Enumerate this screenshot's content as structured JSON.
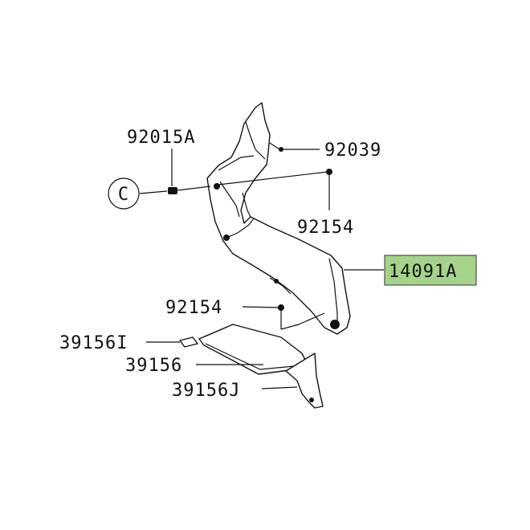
{
  "diagram": {
    "reference_marker": "C",
    "labels": {
      "p92015A": "92015A",
      "p92039": "92039",
      "p92154_upper": "92154",
      "p14091A": "14091A",
      "p92154_lower": "92154",
      "p39156I": "39156I",
      "p39156": "39156",
      "p39156J": "39156J"
    },
    "highlight_color": "#a6d38a"
  }
}
